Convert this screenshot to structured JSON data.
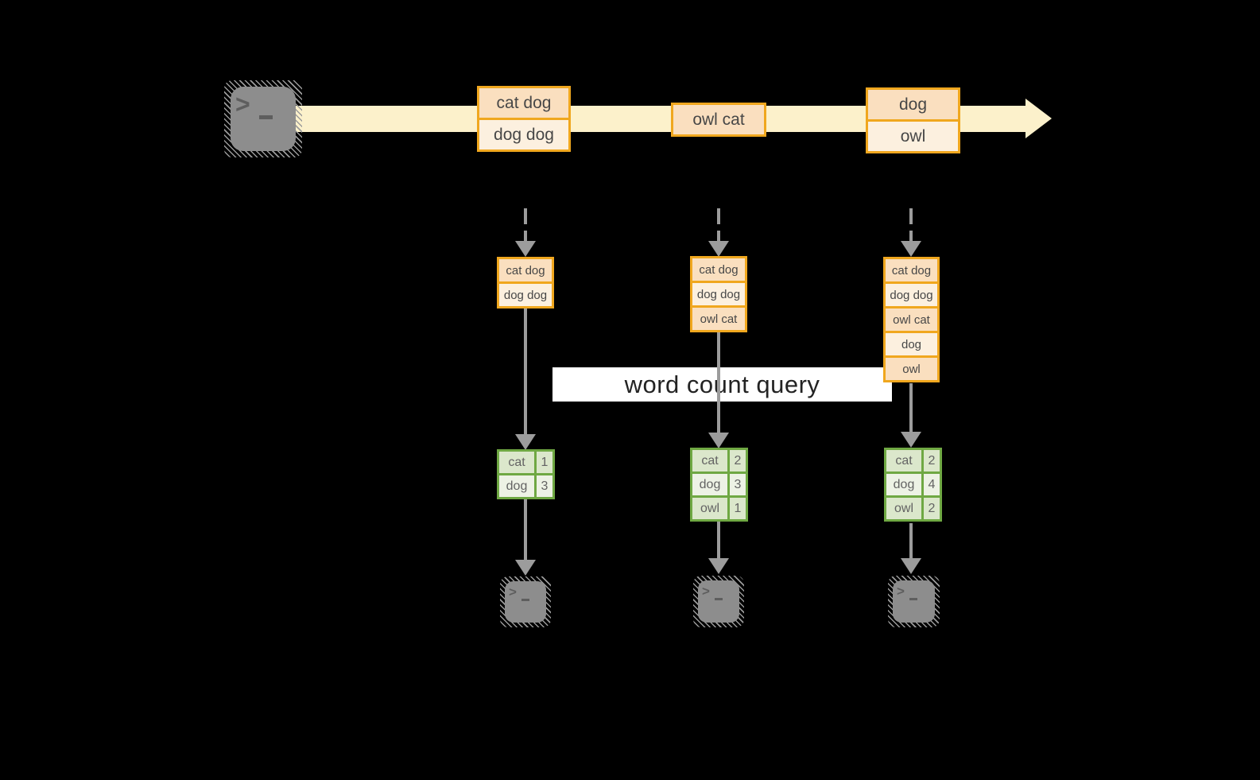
{
  "diagram": {
    "query_label": "word count query",
    "stream": {
      "records": [
        {
          "lines": [
            "cat dog",
            "dog dog"
          ]
        },
        {
          "lines": [
            "owl cat"
          ]
        },
        {
          "lines": [
            "dog",
            "owl"
          ]
        }
      ]
    },
    "state_stacks": [
      {
        "lines": [
          "cat dog",
          "dog dog"
        ]
      },
      {
        "lines": [
          "cat dog",
          "dog dog",
          "owl cat"
        ]
      },
      {
        "lines": [
          "cat dog",
          "dog dog",
          "owl cat",
          "dog",
          "owl"
        ]
      }
    ],
    "count_tables": [
      {
        "rows": [
          {
            "word": "cat",
            "count": "1"
          },
          {
            "word": "dog",
            "count": "3"
          }
        ]
      },
      {
        "rows": [
          {
            "word": "cat",
            "count": "2"
          },
          {
            "word": "dog",
            "count": "3"
          },
          {
            "word": "owl",
            "count": "1"
          }
        ]
      },
      {
        "rows": [
          {
            "word": "cat",
            "count": "2"
          },
          {
            "word": "dog",
            "count": "4"
          },
          {
            "word": "owl",
            "count": "2"
          }
        ]
      }
    ],
    "icons": {
      "source": "terminal-icon",
      "consumers": [
        "terminal-icon",
        "terminal-icon",
        "terminal-icon"
      ],
      "prompt_glyph": ">"
    },
    "colors": {
      "background": "#000000",
      "stream_bar": "#FCF1CB",
      "amber_border": "#F0A71E",
      "cell_peach_dark": "#FADFBF",
      "cell_peach_light": "#FCF0DF",
      "green_border": "#6FA843",
      "row_green_dark": "#DBE7CB",
      "row_green_light": "#EDF2E5",
      "arrow_gray": "#9C9C9C",
      "terminal_gray": "#8D8D8D",
      "label_band": "#FFFFFF"
    }
  }
}
